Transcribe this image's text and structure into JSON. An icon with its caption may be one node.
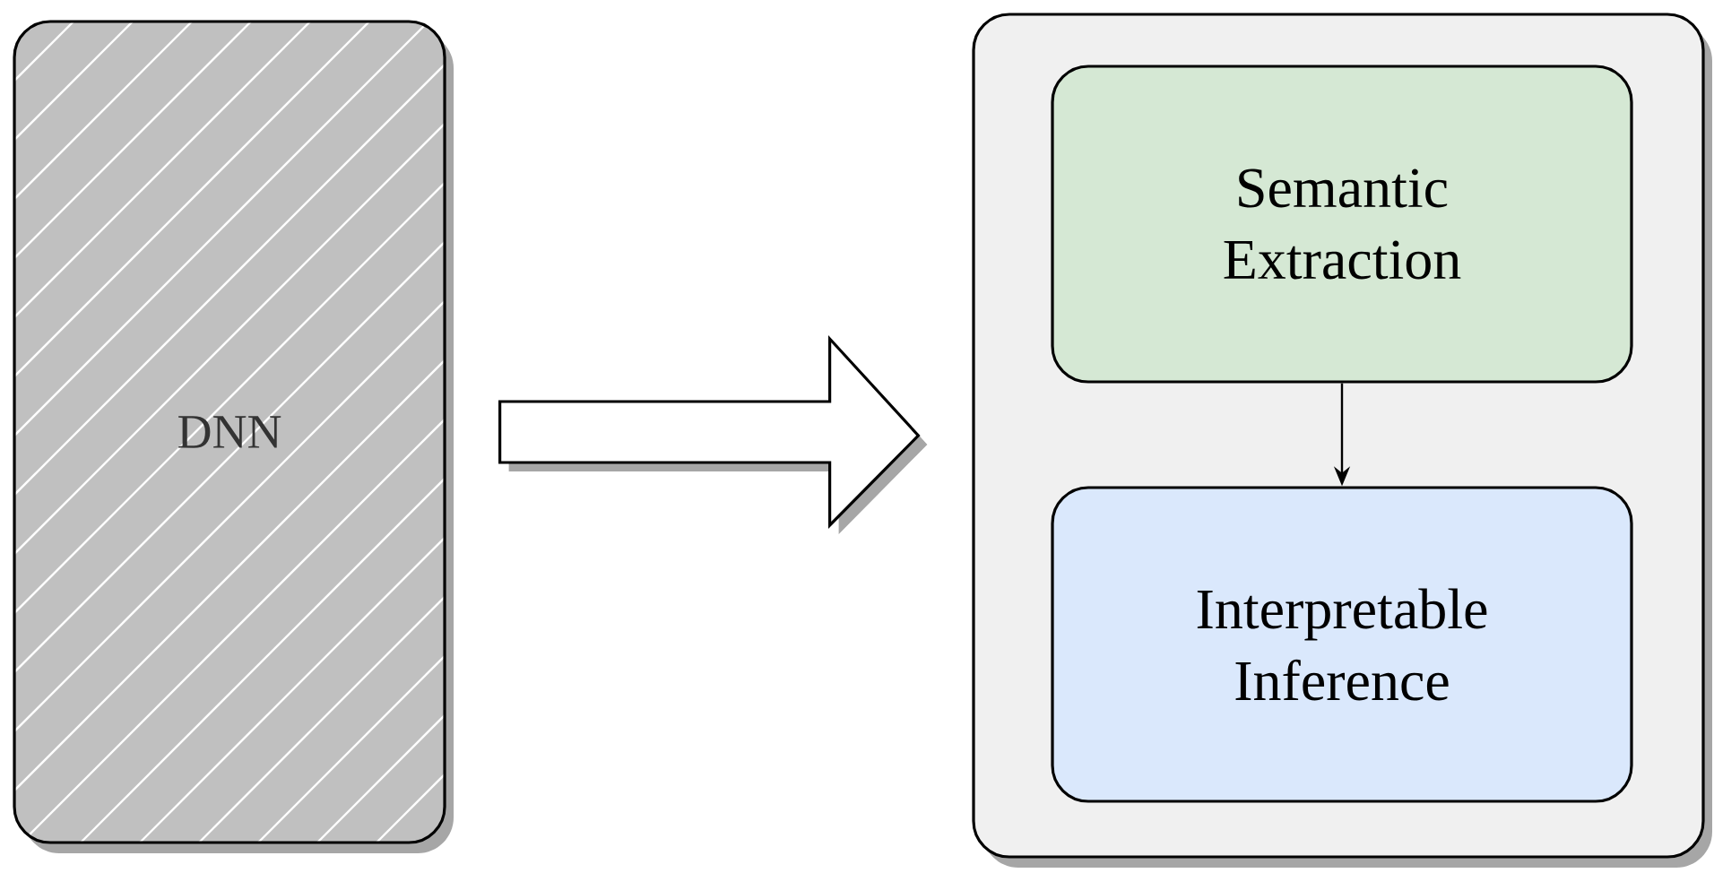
{
  "diagram": {
    "nodes": [
      {
        "text": [
          "DNN"
        ]
      },
      {
        "text": [],
        "shape": "box"
      },
      {
        "text": [
          "Semantic Extraction"
        ],
        "in": 1
      },
      {
        "text": [
          "Interpretable Inference"
        ],
        "in": 1
      }
    ],
    "edges": [
      {
        "from": 0,
        "to": 1,
        "arrow": "to",
        "style": "thick"
      },
      {
        "from": 2,
        "to": 3,
        "arrow": "to"
      }
    ]
  }
}
